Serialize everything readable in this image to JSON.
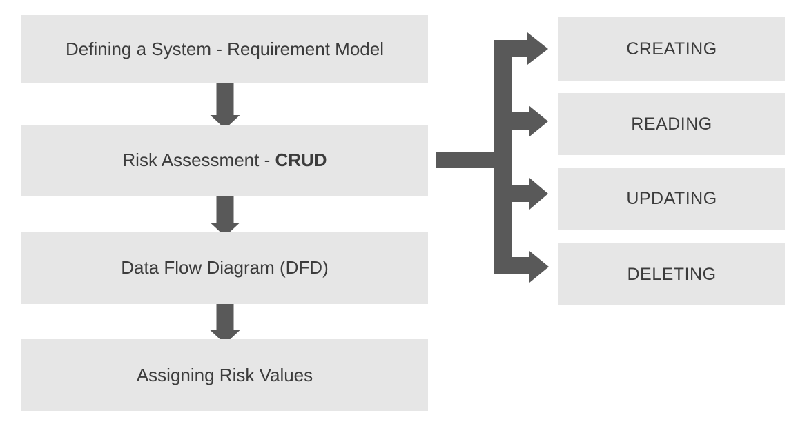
{
  "colors": {
    "background": "#ffffff",
    "box_fill": "#e6e6e6",
    "arrow": "#595959",
    "text": "#3c3c3c"
  },
  "flow": {
    "steps": [
      {
        "text": "Defining a System - Requirement Model"
      },
      {
        "text": "Risk Assessment - ",
        "bold_text": "CRUD"
      },
      {
        "text": "Data Flow Diagram (DFD)"
      },
      {
        "text": "Assigning Risk Values"
      }
    ]
  },
  "crud": {
    "items": [
      {
        "label": "CREATING"
      },
      {
        "label": "READING"
      },
      {
        "label": "UPDATING"
      },
      {
        "label": "DELETING"
      }
    ]
  }
}
